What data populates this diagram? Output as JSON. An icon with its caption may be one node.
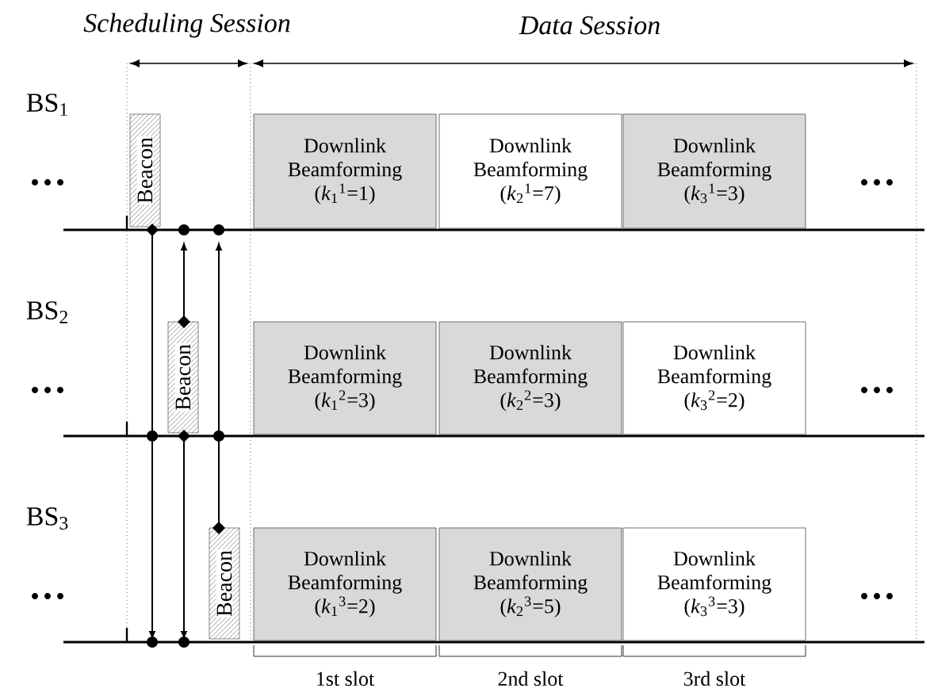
{
  "diagram": {
    "nodes": [
      {
        "text": [
          "Beacon"
        ]
      },
      {
        "text": [
          "Downlink Beamforming",
          "(*k*$_{1}$$^{1}$=1)"
        ]
      },
      {
        "text": [
          "Downlink Beamforming",
          "(*k*$_{2}$$^{1}$=7)"
        ]
      },
      {
        "text": [
          "Downlink Beamforming",
          "(*k*$_{3}$$^{1}$=3)"
        ]
      },
      {
        "text": [
          "Beacon"
        ]
      },
      {
        "text": [
          "Downlink Beamforming",
          "(*k*$_{1}$$^{2}$=3)"
        ]
      },
      {
        "text": [
          "Downlink Beamforming",
          "(*k*$_{2}$$^{2}$=3)"
        ]
      },
      {
        "text": [
          "Downlink Beamforming",
          "(*k*$_{3}$$^{2}$=2)"
        ]
      },
      {
        "text": [
          "Beacon"
        ]
      },
      {
        "text": [
          "Downlink Beamforming",
          "(*k*$_{1}$$^{3}$=2)"
        ]
      },
      {
        "text": [
          "Downlink Beamforming",
          "(*k*$_{2}$$^{3}$=5)"
        ]
      },
      {
        "text": [
          "Downlink Beamforming",
          "(*k*$_{3}$$^{3}$=3)"
        ]
      }
    ],
    "edges": [
      {
        "from": 0,
        "to": null,
        "arrow": "to"
      },
      {
        "from": 4,
        "to": null,
        "arrow": "to"
      },
      {
        "from": 4,
        "to": null,
        "arrow": "to"
      },
      {
        "from": 8,
        "to": null,
        "arrow": "to"
      }
    ],
    "labels": [
      "Scheduling Session",
      "Data Session",
      "BS$_{1}$",
      "BS$_{2}$",
      "BS$_{3}$",
      "1st slot",
      "2nd slot",
      "3rd slot"
    ]
  }
}
